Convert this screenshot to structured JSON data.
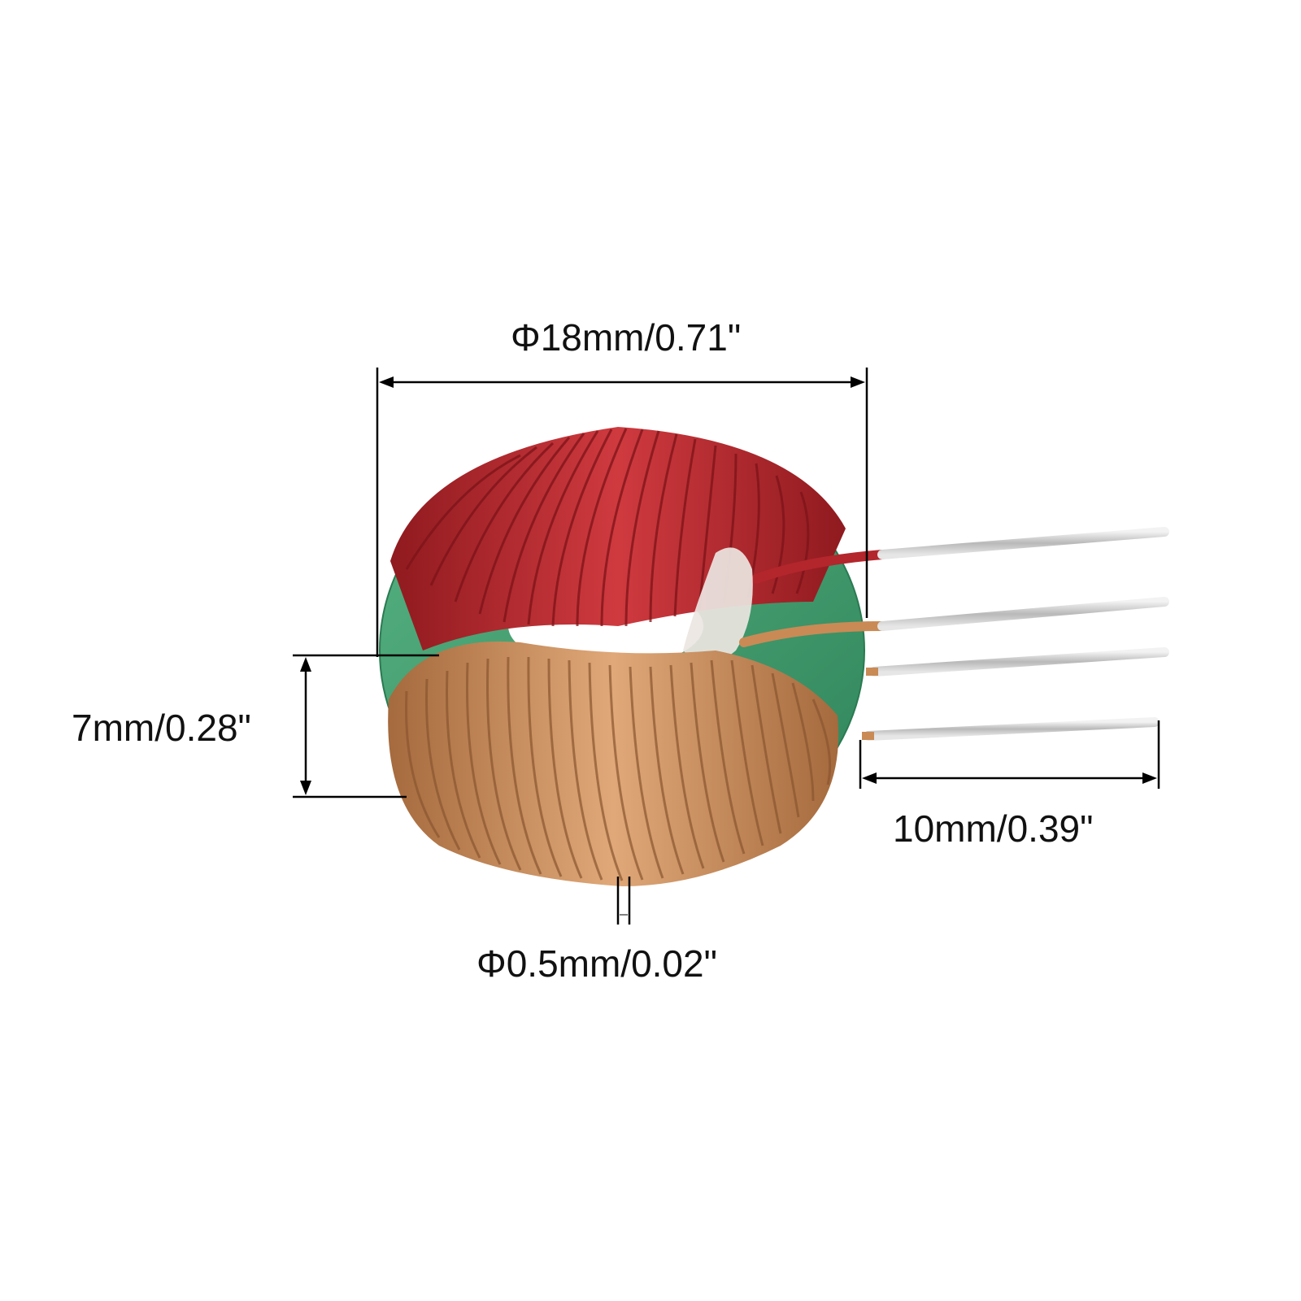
{
  "product": {
    "type": "toroidal common mode choke inductor",
    "core_color": "#3f9a6b",
    "winding_colors": {
      "upper_winding": "#b3262c",
      "lower_winding": "#c98a55",
      "lead_tips": "#c7c7c7"
    },
    "lead_count": 4
  },
  "dimensions": {
    "outer_diameter": {
      "label": "Φ18mm/0.71\"",
      "mm": 18,
      "inch": 0.71
    },
    "height": {
      "label": "7mm/0.28\"",
      "mm": 7,
      "inch": 0.28
    },
    "lead_length": {
      "label": "10mm/0.39\"",
      "mm": 10,
      "inch": 0.39
    },
    "wire_diameter": {
      "label": "Φ0.5mm/0.02\"",
      "mm": 0.5,
      "inch": 0.02
    }
  },
  "colors": {
    "dimension_line": "#000000",
    "background": "#ffffff"
  }
}
